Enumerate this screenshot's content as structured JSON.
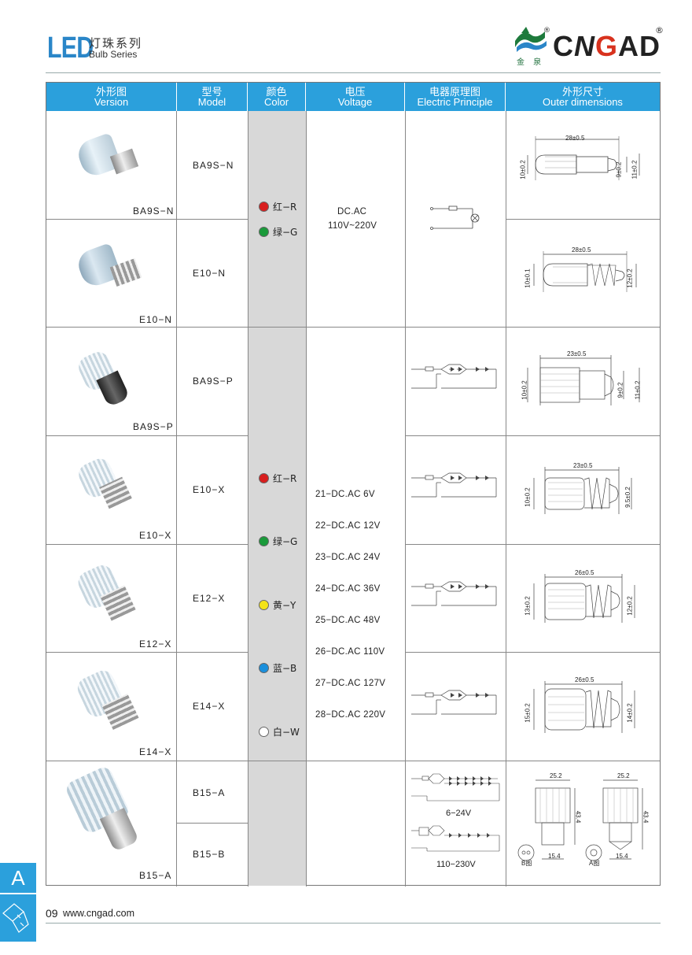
{
  "header": {
    "led": "LED",
    "series_cn": "灯珠系列",
    "series_en": "Bulb Series"
  },
  "logo": {
    "text": "CNGAD",
    "sub": "金 泉",
    "reg": "®"
  },
  "columns": [
    {
      "cn": "外形图",
      "en": "Version"
    },
    {
      "cn": "型号",
      "en": "Model"
    },
    {
      "cn": "颜色",
      "en": "Color"
    },
    {
      "cn": "电压",
      "en": "Voltage"
    },
    {
      "cn": "电器原理图",
      "en": "Electric Principle"
    },
    {
      "cn": "外形尺寸",
      "en": "Outer dimensions"
    }
  ],
  "rows": [
    {
      "version": "BA9S−N",
      "model": "BA9S−N",
      "dims": {
        "length": "28±0.5",
        "d1": "10±0.2",
        "d2": "9±0.2",
        "d3": "11±0.2"
      }
    },
    {
      "version": "E10−N",
      "model": "E10−N",
      "dims": {
        "length": "28±0.5",
        "d1": "10±0.1",
        "d2": "12±0.2"
      }
    },
    {
      "version": "BA9S−P",
      "model": "BA9S−P",
      "dims": {
        "length": "23±0.5",
        "d1": "10±0.2",
        "d2": "9±0.2",
        "d3": "11±0.2"
      }
    },
    {
      "version": "E10−X",
      "model": "E10−X",
      "dims": {
        "length": "23±0.5",
        "d1": "10±0.2",
        "d2": "9.5±0.2"
      }
    },
    {
      "version": "E12−X",
      "model": "E12−X",
      "dims": {
        "length": "26±0.5",
        "d1": "13±0.2",
        "d2": "12±0.2"
      }
    },
    {
      "version": "E14−X",
      "model": "E14−X",
      "dims": {
        "length": "26±0.5",
        "d1": "15±0.2",
        "d2": "14±0.2"
      }
    },
    {
      "version": "B15−A",
      "model_a": "B15−A",
      "model_b": "B15−B",
      "dims": {
        "width": "25.2",
        "height": "43.4",
        "base": "15.4",
        "fig_b": "B图",
        "fig_a": "A图"
      }
    }
  ],
  "group1": {
    "colors": [
      {
        "label": "红−R",
        "hex": "#d81e1e"
      },
      {
        "label": "绿−G",
        "hex": "#1a9a3a"
      }
    ],
    "voltage": [
      "DC.AC",
      "110V~220V"
    ]
  },
  "group2": {
    "colors": [
      {
        "label": "红−R",
        "hex": "#d81e1e"
      },
      {
        "label": "绿−G",
        "hex": "#1a9a3a"
      },
      {
        "label": "黄−Y",
        "hex": "#f3e316"
      },
      {
        "label": "蓝−B",
        "hex": "#1a8fdc"
      },
      {
        "label": "白−W",
        "hex": "#ffffff"
      }
    ],
    "voltages": [
      "21−DC.AC 6V",
      "22−DC.AC 12V",
      "23−DC.AC 24V",
      "24−DC.AC 36V",
      "25−DC.AC 48V",
      "26−DC.AC 110V",
      "27−DC.AC 127V",
      "28−DC.AC 220V"
    ]
  },
  "b15_circuit": {
    "label_top": "6−24V",
    "label_bottom": "110−230V"
  },
  "footer": {
    "tab": "A",
    "page": "09",
    "site": "www.cngad.com"
  }
}
